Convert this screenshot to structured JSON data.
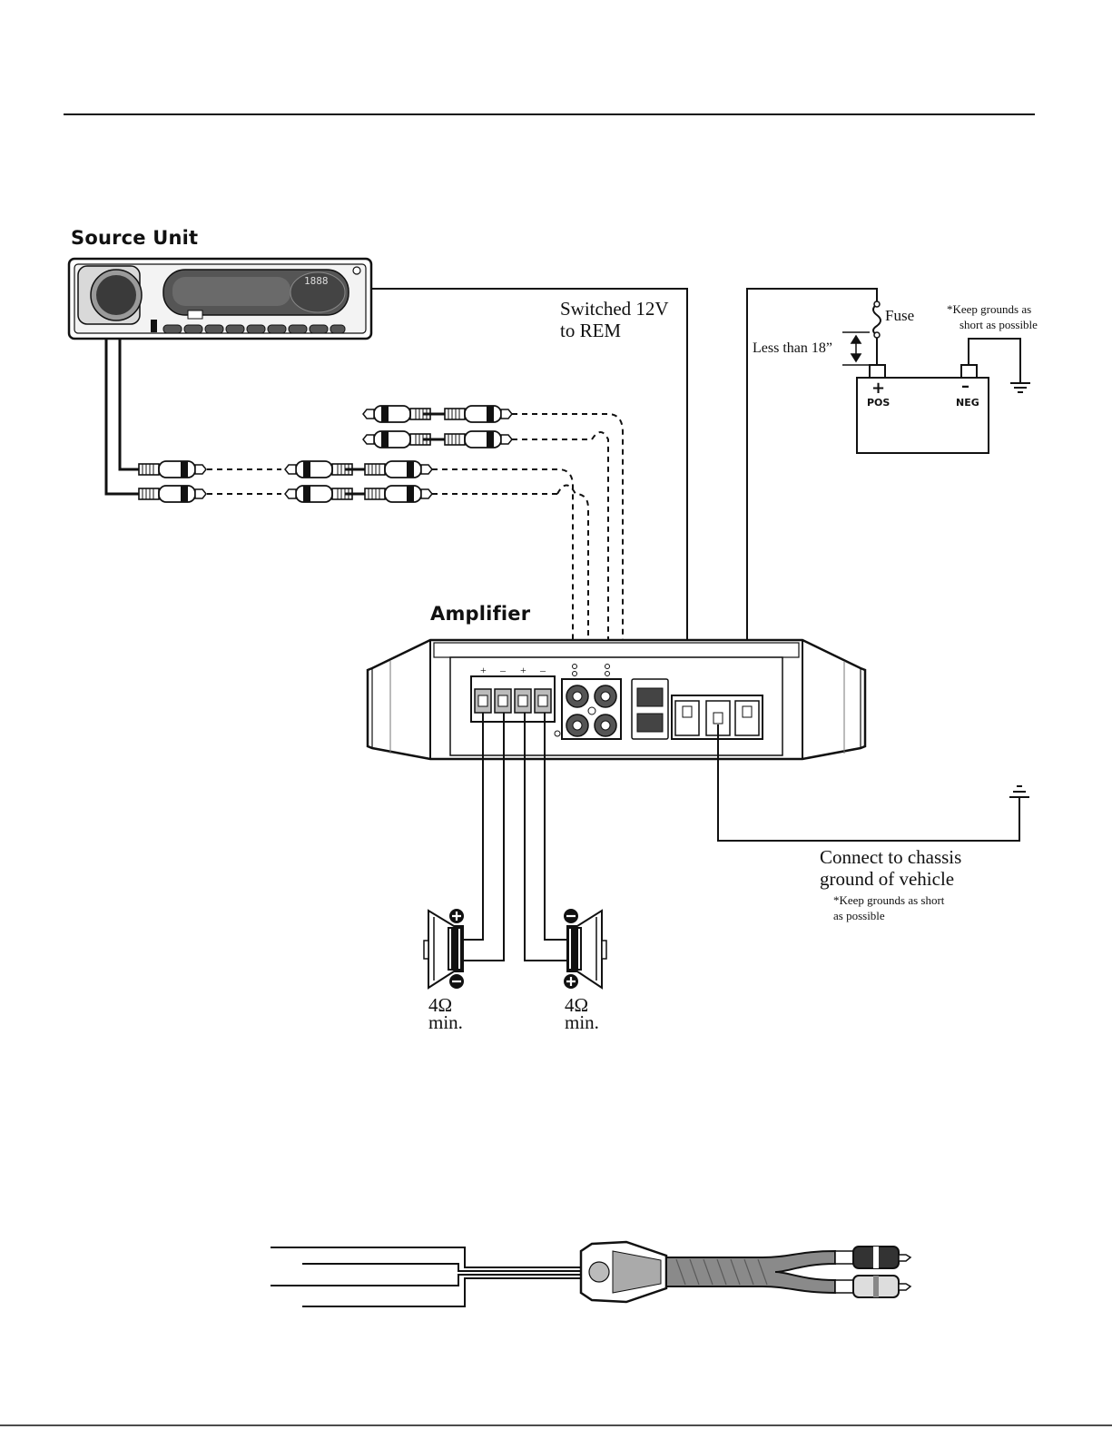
{
  "source_unit": {
    "title": "Source Unit",
    "display_text": "1888"
  },
  "amplifier": {
    "title": "Amplifier",
    "terminal_signs": [
      "+",
      "–",
      "+",
      "–"
    ]
  },
  "labels": {
    "remote": [
      "Switched 12V",
      "to REM"
    ],
    "fuse": "Fuse",
    "fuse_distance": "Less than 18”",
    "keep_grounds_top": [
      "*Keep grounds as",
      "short as possible"
    ],
    "chassis_ground": [
      "Connect to chassis",
      "ground of vehicle"
    ],
    "keep_grounds_bottom": [
      "*Keep grounds as short",
      "as possible"
    ]
  },
  "battery": {
    "pos_symbol": "+",
    "pos_label": "POS",
    "neg_symbol": "–",
    "neg_label": "NEG"
  },
  "speakers": [
    {
      "impedance": "4Ω",
      "note": "min."
    },
    {
      "impedance": "4Ω",
      "note": "min."
    }
  ],
  "colors": {
    "line": "#111111",
    "body": "#ffffff",
    "shade": "#cfcfcf",
    "dark": "#444444"
  }
}
